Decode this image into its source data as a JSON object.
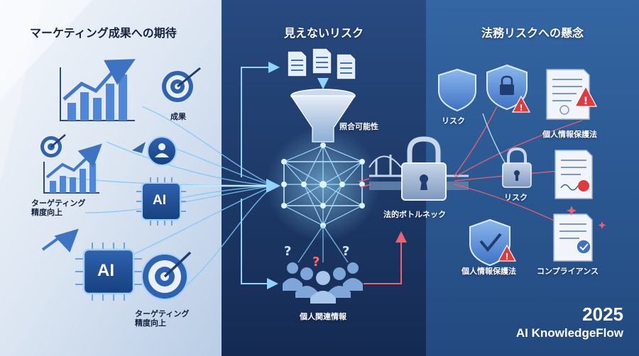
{
  "sections": {
    "left": {
      "title": "マーケティング成果への期待",
      "labels": {
        "outcome": "成果",
        "targeting_accuracy_1": "ターゲティング\n精度向上",
        "targeting_accuracy_2": "ターゲティング\n精度向上"
      }
    },
    "middle": {
      "title": "見えないリスク",
      "labels": {
        "matchability": "照合可能性",
        "personal_related_info": "個人関連情報",
        "legal_bottleneck": "法的ボトルネック"
      }
    },
    "right": {
      "title": "法務リスクへの懸念",
      "labels": {
        "risk_1": "リスク",
        "privacy_law_1": "個人情報保護法",
        "risk_2": "リスク",
        "privacy_law_2": "個人情報保護法",
        "compliance": "コンプライアンス"
      }
    }
  },
  "chip_labels": {
    "ai_1": "AI",
    "ai_2": "AI"
  },
  "footer": {
    "year": "2025",
    "brand": "AI KnowledgeFlow"
  },
  "icons": [
    "bar-chart-icon",
    "target-icon",
    "user-badge-icon",
    "ai-chip-icon",
    "document-icon",
    "funnel-icon",
    "neural-network-icon",
    "people-group-icon",
    "question-mark-icon",
    "padlock-icon",
    "bridge-icon",
    "shield-icon",
    "shield-lock-icon",
    "shield-check-icon",
    "warning-icon",
    "certificate-icon"
  ],
  "colors": {
    "left_panel": "#dbe6f3",
    "middle_panel": "#1f3d70",
    "right_panel": "#2b5a93",
    "accent_blue": "#4f86d8",
    "glow_cyan": "#7fd0ff",
    "warning_red": "#e23a3a",
    "risk_line_red": "#f06070"
  }
}
